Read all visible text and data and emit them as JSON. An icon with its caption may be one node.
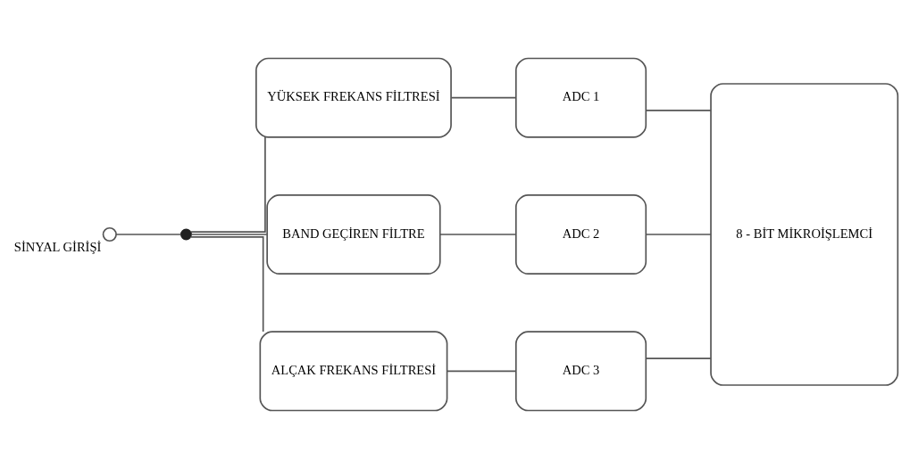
{
  "diagram": {
    "nodes": [
      {
        "text": [],
        "shape": "circle",
        "beside": [
          "SİNYAL GİRİŞİ"
        ]
      },
      {
        "text": [],
        "shape": "dot"
      },
      {
        "text": [
          "YÜKSEK FREKANS FİLTRESİ"
        ]
      },
      {
        "text": [
          "BAND GEÇİREN FİLTRE"
        ]
      },
      {
        "text": [
          "ALÇAK FREKANS FİLTRESİ"
        ]
      },
      {
        "text": [
          "ADC 1"
        ]
      },
      {
        "text": [
          "ADC 2"
        ]
      },
      {
        "text": [
          "ADC 3"
        ]
      },
      {
        "text": [
          "8 - BİT MİKROİŞLEMCİ"
        ]
      }
    ],
    "edges": [
      {
        "from": 0,
        "to": 1,
        "arrow": "none"
      },
      {
        "from": 1,
        "to": 2,
        "arrow": "none"
      },
      {
        "from": 1,
        "to": 3,
        "arrow": "none"
      },
      {
        "from": 1,
        "to": 4,
        "arrow": "none"
      },
      {
        "from": 2,
        "to": 5,
        "arrow": "none"
      },
      {
        "from": 3,
        "to": 6,
        "arrow": "none"
      },
      {
        "from": 4,
        "to": 7,
        "arrow": "none"
      },
      {
        "from": 5,
        "to": 8,
        "arrow": "none"
      },
      {
        "from": 6,
        "to": 8,
        "arrow": "none"
      },
      {
        "from": 7,
        "to": 8,
        "arrow": "none"
      }
    ]
  }
}
